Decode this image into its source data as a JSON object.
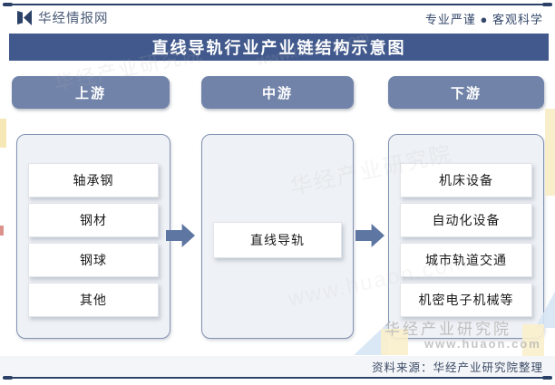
{
  "header": {
    "brand": "华经情报网",
    "slogan": "专业严谨 ● 客观科学"
  },
  "title": "直线导轨行业产业链结构示意图",
  "stages": [
    {
      "label": "上游",
      "items": [
        "轴承钢",
        "钢材",
        "钢球",
        "其他"
      ]
    },
    {
      "label": "中游",
      "items": [
        "直线导轨"
      ]
    },
    {
      "label": "下游",
      "items": [
        "机床设备",
        "自动化设备",
        "城市轨道交通",
        "机密电子机械等"
      ]
    }
  ],
  "footer": {
    "source": "资料来源：华经产业研究院整理"
  },
  "watermark": {
    "name": "华经产业研究院",
    "site": "www.huaon.com"
  },
  "colors": {
    "title_bar": "#41598C",
    "stage_button": "#7183A9",
    "arrow": "#5E76A2",
    "divider_line": "#2B4168",
    "panel_fill": "#EEF1F5",
    "panel_border": "#8292B2",
    "watermark_gray": "#B3B3B3"
  }
}
